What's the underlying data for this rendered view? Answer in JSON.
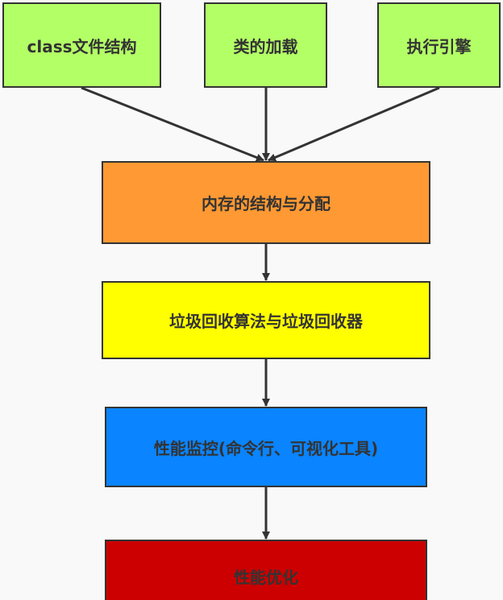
{
  "nodes": {
    "class_file": "class文件结构",
    "class_loading": "类的加载",
    "execution_engine": "执行引擎",
    "memory_structure": "内存的结构与分配",
    "gc": "垃圾回收算法与垃圾回收器",
    "monitoring": "性能监控(命令行、可视化工具)",
    "tuning": "性能优化"
  },
  "colors": {
    "top_boxes": "#b3ff66",
    "memory": "#ff9933",
    "gc": "#ffff00",
    "monitoring": "#0a84ff",
    "tuning": "#cc0000",
    "lines": "#333333"
  }
}
